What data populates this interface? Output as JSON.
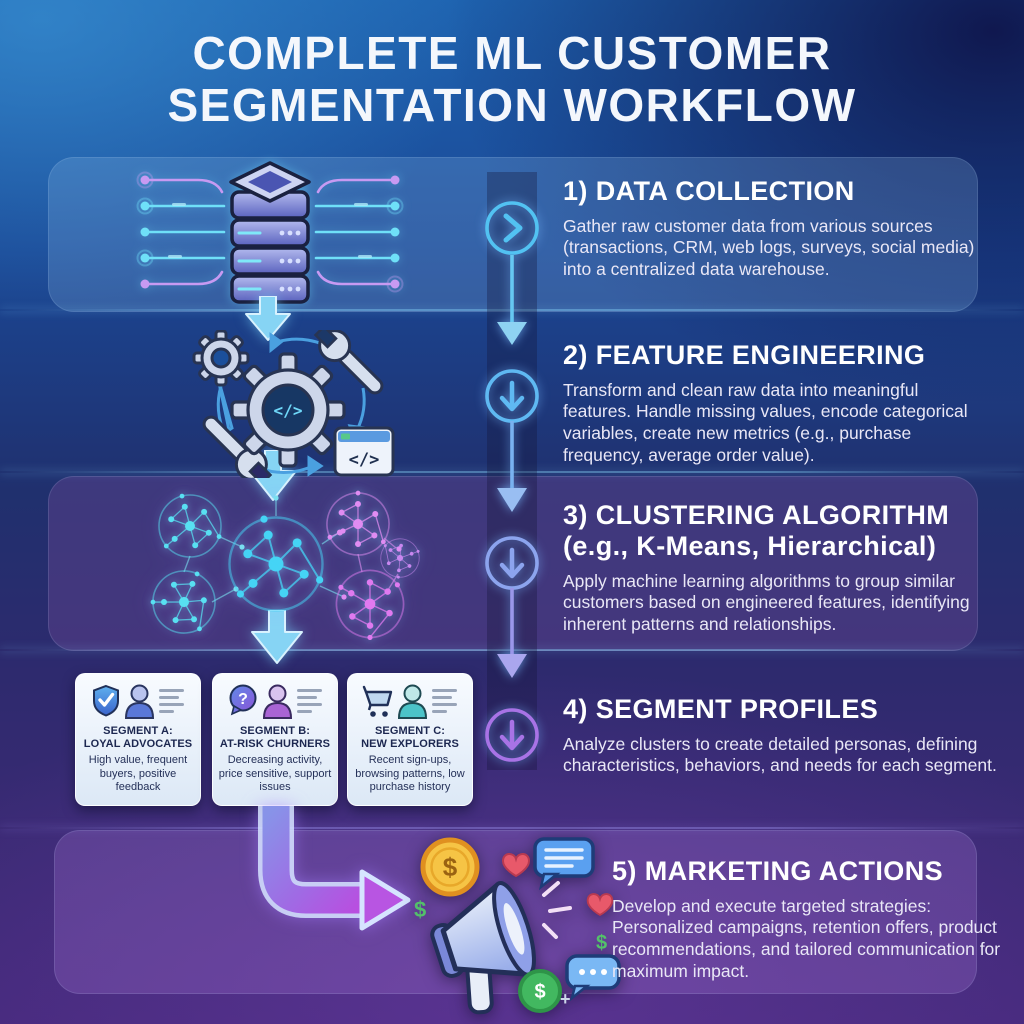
{
  "title": "COMPLETE ML CUSTOMER SEGMENTATION WORKFLOW",
  "steps": [
    {
      "heading": "1) DATA COLLECTION",
      "body": "Gather raw customer data from various sources (transactions, CRM, web logs, surveys, social media) into a centralized data warehouse.",
      "icon": "database-icon",
      "marker": "chevron-right-circle"
    },
    {
      "heading": "2) FEATURE ENGINEERING",
      "body": "Transform and clean raw data into meaningful features. Handle missing values, encode categorical variables, create new metrics (e.g., purchase frequency, average order value).",
      "icon": "gears-wrench-code-icon",
      "marker": "arrow-down-circle"
    },
    {
      "heading": "3) CLUSTERING ALGORITHM",
      "heading2": "(e.g., K-Means, Hierarchical)",
      "body": "Apply machine learning algorithms to group similar customers based on engineered features, identifying inherent patterns and relationships.",
      "icon": "cluster-network-icon",
      "marker": "arrow-down-circle"
    },
    {
      "heading": "4) SEGMENT PROFILES",
      "body": "Analyze clusters to create detailed personas, defining characteristics, behaviors, and needs for each segment.",
      "icon": "segment-cards",
      "marker": "arrow-down-circle"
    },
    {
      "heading": "5) MARKETING ACTIONS",
      "body": "Develop and execute targeted strategies: Personalized campaigns, retention offers, product recommendations, and tailored communication for maximum impact.",
      "icon": "megaphone-icon",
      "marker": "elbow-arrow"
    }
  ],
  "segments": [
    {
      "name": "SEGMENT A:",
      "type": "LOYAL ADVOCATES",
      "desc": "High value, frequent buyers, positive feedback",
      "icon": "shield-check-icon"
    },
    {
      "name": "SEGMENT B:",
      "type": "AT-RISK CHURNERS",
      "desc": "Decreasing activity, price sensitive, support issues",
      "icon": "question-bubble-icon"
    },
    {
      "name": "SEGMENT C:",
      "type": "NEW EXPLORERS",
      "desc": "Recent sign-ups, browsing patterns, low purchase history",
      "icon": "shopping-cart-icon"
    }
  ],
  "glyphs": {
    "code": "</>",
    "question": "?",
    "dollar": "$",
    "plus": "+"
  },
  "colors": {
    "background_top": "#1e63b0",
    "background_bottom": "#43297a",
    "accent_cyan": "#5ac8f5",
    "accent_purple": "#a873e6",
    "cluster_cyan": "#58e0f2",
    "cluster_pink": "#e08cf2",
    "panel_blue_tint": "#96c4ec",
    "panel_purple_tint": "#ac7ade",
    "card_background": "#eef5fc",
    "card_text": "#1c2750",
    "heading_text": "#ffffff",
    "body_text": "#e9e7f6"
  }
}
